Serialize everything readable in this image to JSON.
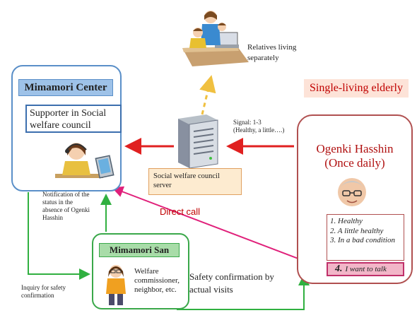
{
  "relatives": {
    "label": "Relatives living separately"
  },
  "center": {
    "title": "Mimamori Center",
    "supporter": "Supporter in Social welfare council"
  },
  "server": {
    "label": "Social welfare council server",
    "signal_line1": "Signal: 1-3",
    "signal_line2": "(Healthy, a little….)"
  },
  "single_elderly": {
    "label": "Single-living elderly"
  },
  "ogenki": {
    "name": "Ogenki Hasshin",
    "frequency": "(Once daily)",
    "options": [
      "1. Healthy",
      "2. A little healthy",
      "3. In a bad condition"
    ],
    "talk_number": "4.",
    "talk_label": "I want to talk"
  },
  "direct_call": "Direct call",
  "notification": "Notification of the status in the absence of Ogenki Hasshin",
  "mimamori_san": {
    "title": "Mimamori San",
    "description": "Welfare commissioner, neighbor, etc."
  },
  "safety_confirmation": "Safety confirmation by actual visits",
  "inquiry": "Inquiry for safety confirmation",
  "colors": {
    "red_arrow": "#e02020",
    "green_arrow": "#30b040",
    "pink_arrow": "#e0207a",
    "yellow_arrow": "#f0c040"
  }
}
